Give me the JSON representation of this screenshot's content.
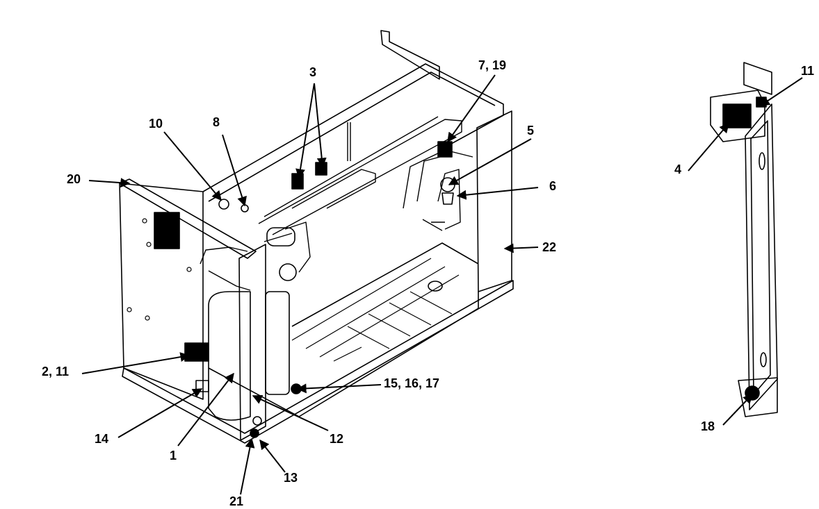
{
  "callouts": {
    "c1": "1",
    "c2_11": "2, 11",
    "c3": "3",
    "c4": "4",
    "c5": "5",
    "c6": "6",
    "c7_19": "7, 19",
    "c8": "8",
    "c10": "10",
    "c11": "11",
    "c12": "12",
    "c13": "13",
    "c14": "14",
    "c15_16_17": "15, 16, 17",
    "c18": "18",
    "c20": "20",
    "c21": "21",
    "c22": "22"
  },
  "colors": {
    "ink": "#000000",
    "paper": "#ffffff"
  }
}
